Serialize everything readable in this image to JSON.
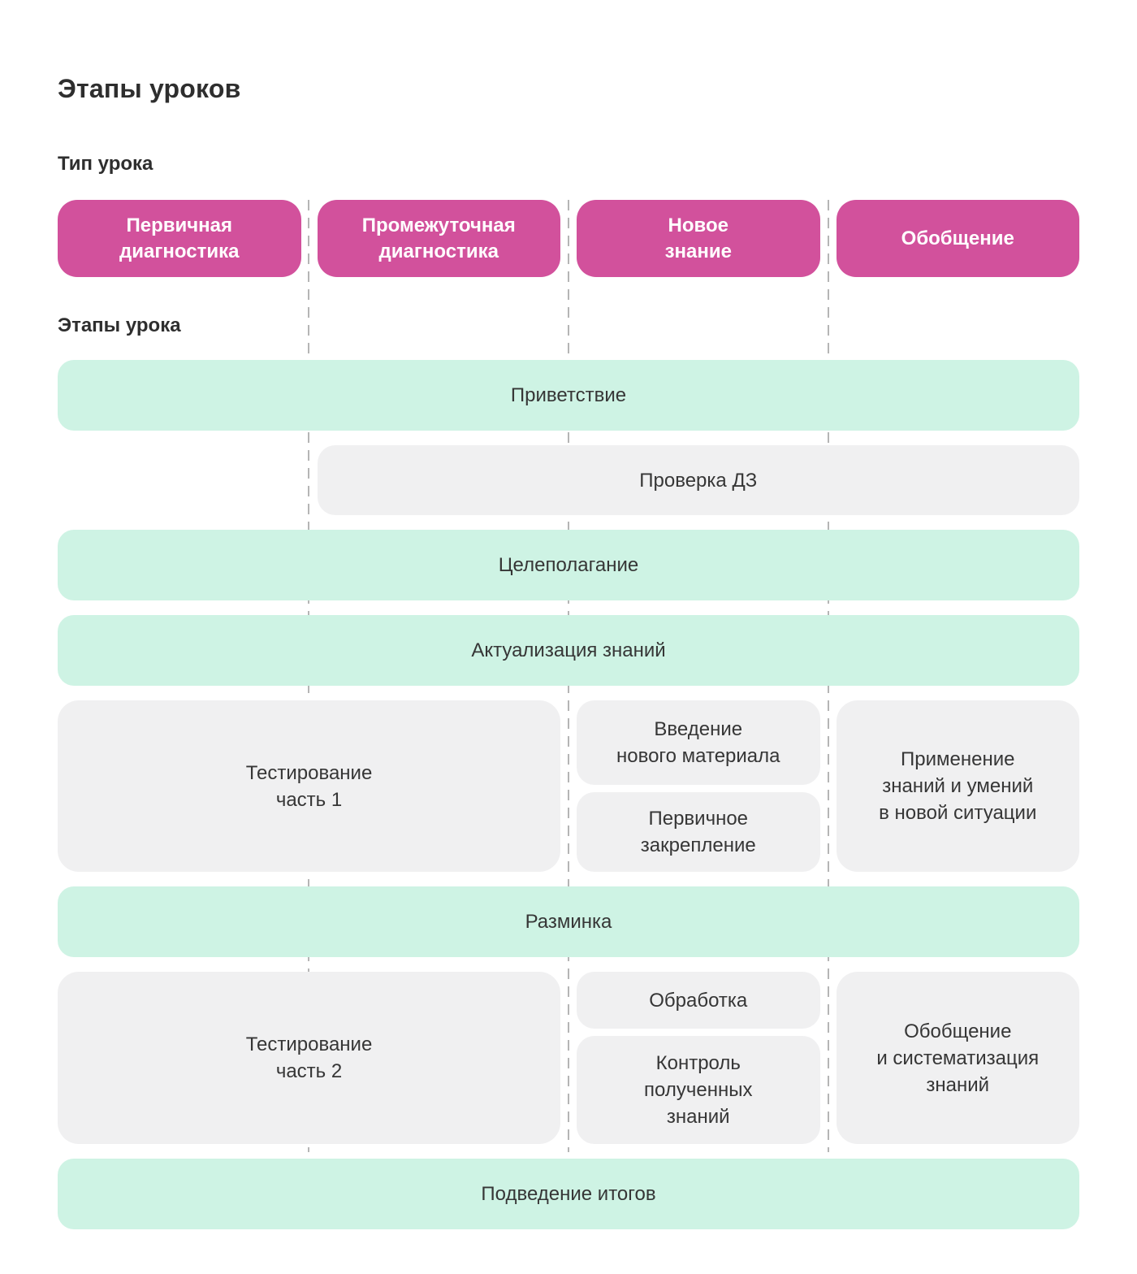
{
  "page": {
    "title": "Этапы уроков",
    "lesson_type_label": "Тип урока",
    "stages_label": "Этапы урока"
  },
  "colors": {
    "pink": "#d2519c",
    "mint": "#cef3e4",
    "grey": "#f0f0f1",
    "dash": "#b5b5b5",
    "text": "#363636",
    "title": "#2e2e2e",
    "pill_text": "#ffffff"
  },
  "lesson_types": [
    {
      "label": "Первичная\nдиагностика"
    },
    {
      "label": "Промежуточная\nдиагностика"
    },
    {
      "label": "Новое\nзнание"
    },
    {
      "label": "Обобщение"
    }
  ],
  "stages": {
    "greeting": {
      "label": "Приветствие"
    },
    "homework": {
      "label": "Проверка ДЗ"
    },
    "goal_setting": {
      "label": "Целеполагание"
    },
    "actualization": {
      "label": "Актуализация знаний"
    },
    "testing_part1": {
      "label": "Тестирование\nчасть 1"
    },
    "new_material": {
      "label": "Введение\nнового материала"
    },
    "consolidation": {
      "label": "Первичное\nзакрепление"
    },
    "application": {
      "label": "Применение\nзнаний и умений\nв новой ситуации"
    },
    "warmup": {
      "label": "Разминка"
    },
    "testing_part2": {
      "label": "Тестирование\nчасть 2"
    },
    "processing": {
      "label": "Обработка"
    },
    "control": {
      "label": "Контроль\nполученных\nзнаний"
    },
    "generalization": {
      "label": "Обобщение\nи систематизация\nзнаний"
    },
    "summary": {
      "label": "Подведение итогов"
    }
  }
}
